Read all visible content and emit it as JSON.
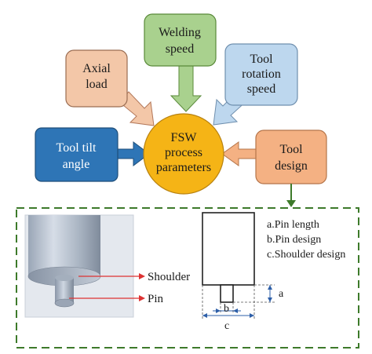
{
  "diagram": {
    "center": {
      "line1": "FSW",
      "line2": "process",
      "line3": "parameters"
    },
    "boxes": {
      "axial_load": {
        "line1": "Axial",
        "line2": "load"
      },
      "welding_speed": {
        "line1": "Welding",
        "line2": "speed"
      },
      "tool_rotation": {
        "line1": "Tool",
        "line2": "rotation",
        "line3": "speed"
      },
      "tool_tilt": {
        "line1": "Tool tilt",
        "line2": "angle"
      },
      "tool_design": {
        "line1": "Tool",
        "line2": "design"
      }
    },
    "tool_photo": {
      "shoulder_label": "Shoulder",
      "pin_label": "Pin"
    },
    "schematic": {
      "legend": [
        "a.Pin length",
        "b.Pin design",
        "c.Shoulder design"
      ],
      "dim_a": "a",
      "dim_b": "b",
      "dim_c": "c"
    }
  },
  "colors": {
    "axial_load": "#f3c7a8",
    "welding_speed": "#a9d18e",
    "tool_rotation": "#bdd7ee",
    "tool_tilt": "#2e75b6",
    "tool_design": "#f4b183",
    "center": "#f5b416",
    "dashed_border": "#3d7a2a"
  }
}
